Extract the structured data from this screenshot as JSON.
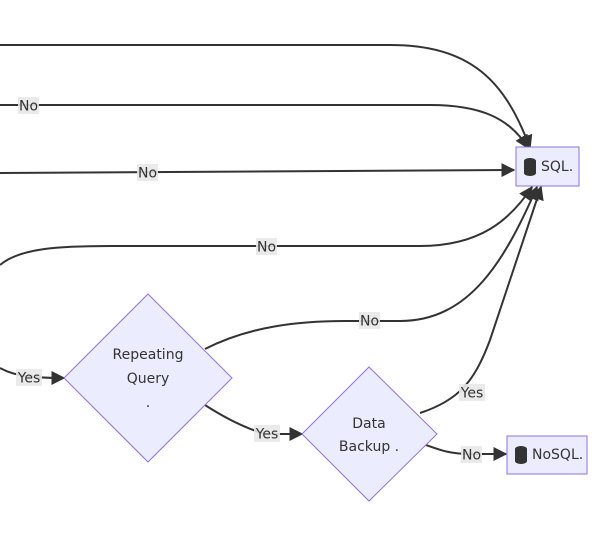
{
  "nodes": {
    "sql": {
      "label": "SQL.",
      "icon": "database-icon"
    },
    "nosql": {
      "label": "NoSQL.",
      "icon": "database-icon"
    },
    "repeating_query": {
      "line1": "Repeating",
      "line2": "Query",
      "line3": "."
    },
    "data_backup": {
      "line1": "Data",
      "line2": "Backup ."
    }
  },
  "edges": {
    "no_2": "No",
    "no_3": "No",
    "no_4": "No",
    "no_5": "No",
    "yes_into_repeating": "Yes",
    "yes_repeating_to_backup": "Yes",
    "yes_backup_to_sql": "Yes",
    "no_backup_to_nosql": "No"
  },
  "colors": {
    "node_fill": "#ececff",
    "node_stroke": "#9370db",
    "edge": "#333333",
    "label_bg": "#e8e8e8"
  }
}
